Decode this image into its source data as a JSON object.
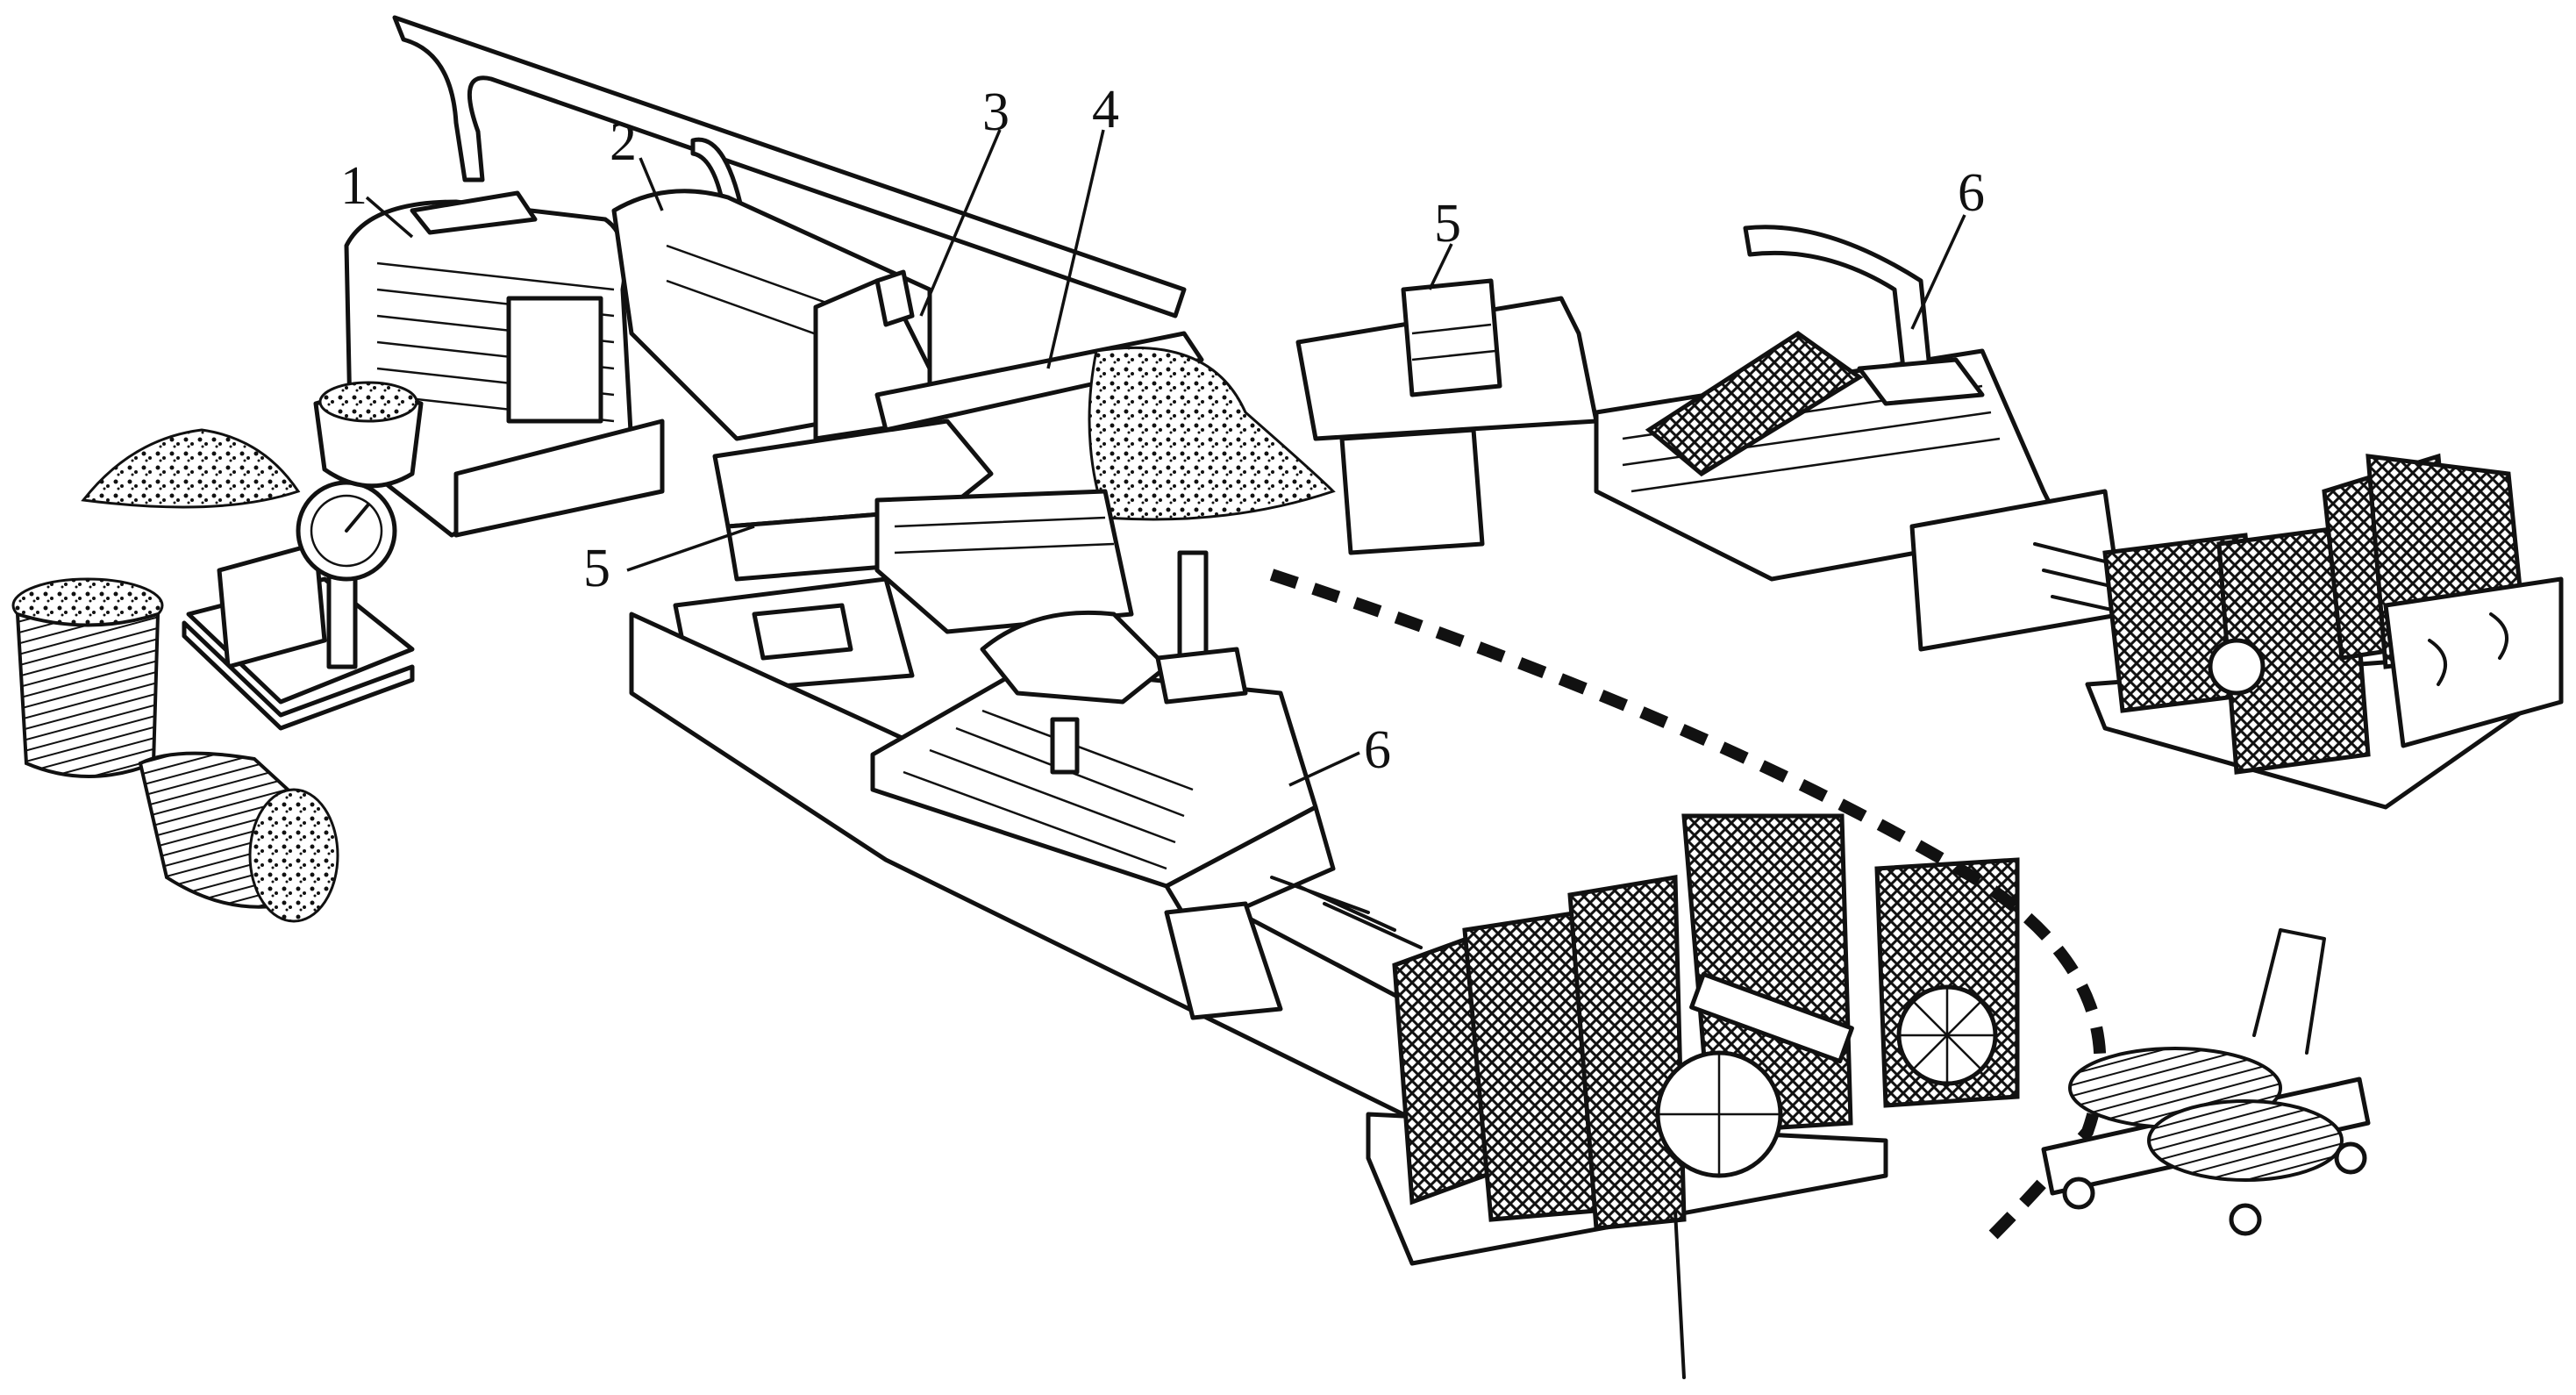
{
  "callouts": [
    {
      "id": "c1a",
      "label": "1"
    },
    {
      "id": "c2a",
      "label": "2"
    },
    {
      "id": "c3a",
      "label": "3"
    },
    {
      "id": "c4a",
      "label": "4"
    },
    {
      "id": "c5a",
      "label": "5"
    },
    {
      "id": "c5b",
      "label": "5"
    },
    {
      "id": "c6a",
      "label": "6"
    },
    {
      "id": "c6b",
      "label": "6"
    }
  ],
  "colors": {
    "ink": "#111111",
    "paper": "#ffffff"
  }
}
